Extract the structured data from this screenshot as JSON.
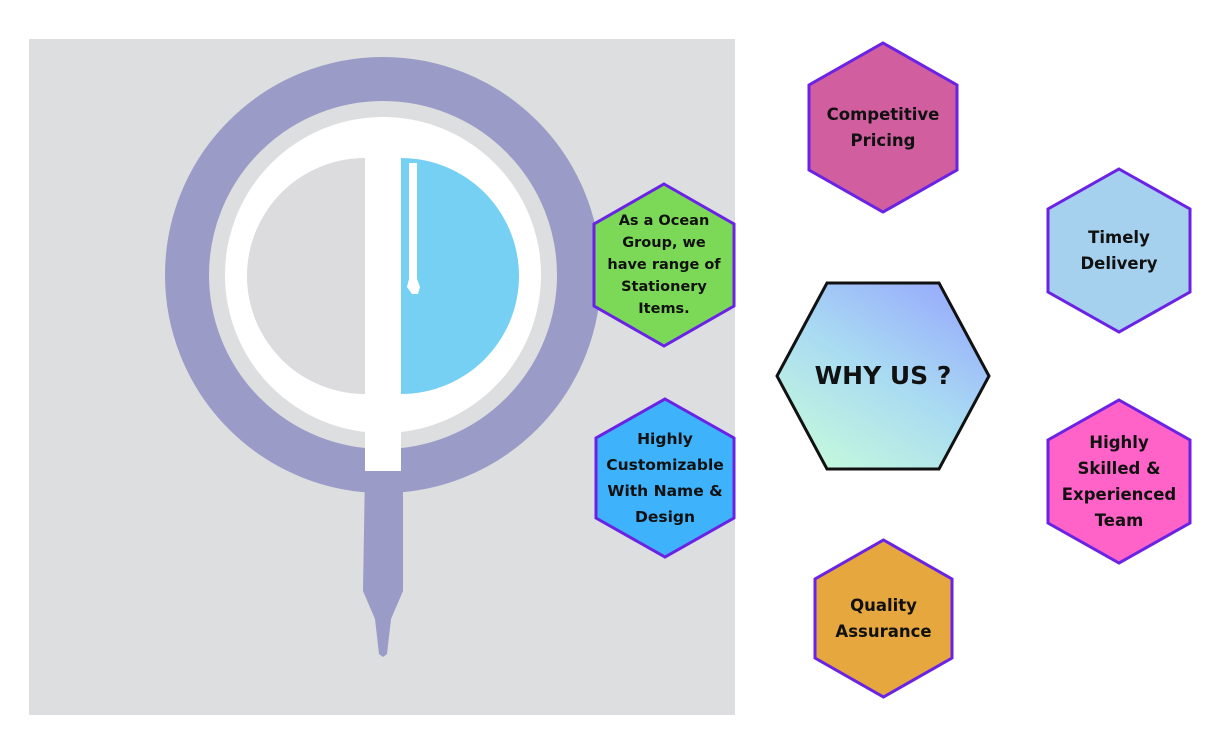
{
  "center": {
    "title": "WHY US ?"
  },
  "features": [
    {
      "id": "competitive-pricing",
      "label": "Competitive\nPricing",
      "color": "#d15f9f"
    },
    {
      "id": "timely-delivery",
      "label": "Timely\nDelivery",
      "color": "#a6d1ee"
    },
    {
      "id": "skilled-team",
      "label": "Highly\nSkilled &\nExperienced\nTeam",
      "color": "#ff63c8"
    },
    {
      "id": "quality-assurance",
      "label": "Quality\nAssurance",
      "color": "#e5a73e"
    },
    {
      "id": "customizable",
      "label": "Highly\nCustomizable\nWith Name &\nDesign",
      "color": "#3eb2fb"
    },
    {
      "id": "range-of-items",
      "label": "As a Ocean\nGroup, we\nhave range of\nStationery\nItems.",
      "color": "#7cd957"
    }
  ],
  "colors": {
    "hex_border": "#6a22e5",
    "center_border": "#111111",
    "logo_ring": "#9a9bc7",
    "logo_blue": "#76d0f3",
    "logo_grey": "#dcdcdf",
    "panel_bg": "#dddee0"
  }
}
